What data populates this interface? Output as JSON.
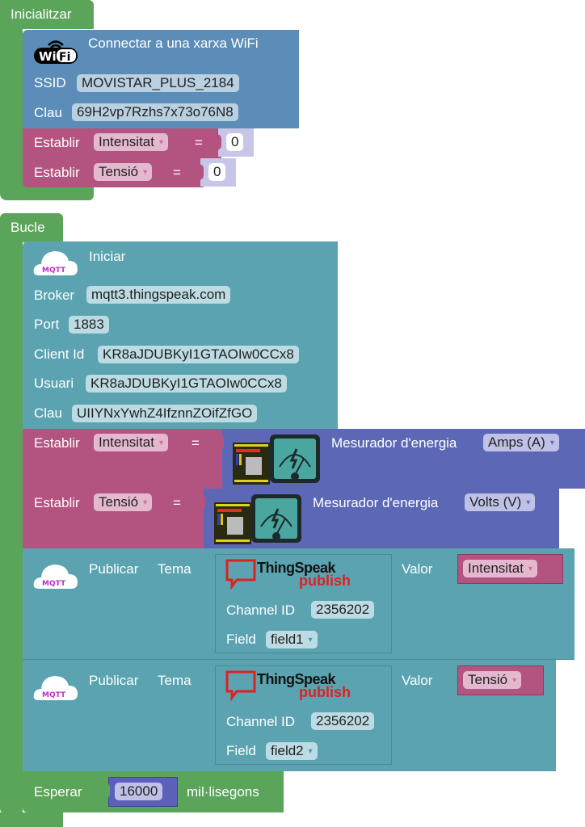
{
  "init_block": {
    "label": "Inicialitzar",
    "wifi": {
      "title": "Connectar a una xarxa WiFi",
      "icon": "wifi-icon",
      "ssid_label": "SSID",
      "ssid_value": "MOVISTAR_PLUS_2184",
      "key_label": "Clau",
      "key_value": "69H2vp7Rzhs7x73o76N8"
    },
    "set_blocks": [
      {
        "label": "Establir",
        "variable": "Intensitat",
        "equals": "=",
        "value": "0"
      },
      {
        "label": "Establir",
        "variable": "Tensió",
        "equals": "=",
        "value": "0"
      }
    ]
  },
  "loop_block": {
    "label": "Bucle",
    "mqtt_start": {
      "icon": "mqtt-cloud-icon",
      "icon_text": "MQTT",
      "title": "Iniciar",
      "broker_label": "Broker",
      "broker_value": "mqtt3.thingspeak.com",
      "port_label": "Port",
      "port_value": "1883",
      "client_label": "Client Id",
      "client_value": "KR8aJDUBKyI1GTAOIw0CCx8",
      "user_label": "Usuari",
      "user_value": "KR8aJDUBKyI1GTAOIw0CCx8",
      "key_label": "Clau",
      "key_value": "UIIYNxYwhZ4IfznnZOifZfGO"
    },
    "set_meters": [
      {
        "label": "Establir",
        "variable": "Intensitat",
        "equals": "=",
        "meter_label": "Mesurador d'energia",
        "unit": "Amps (A)"
      },
      {
        "label": "Establir",
        "variable": "Tensió",
        "equals": "=",
        "meter_label": "Mesurador d'energia",
        "unit": "Volts (V)"
      }
    ],
    "publish": [
      {
        "icon_text": "MQTT",
        "label": "Publicar",
        "topic_label": "Tema",
        "logo_main": "ThingSpeak",
        "logo_sub": "publish",
        "channel_label": "Channel ID",
        "channel_value": "2356202",
        "field_label": "Field",
        "field_value": "field1",
        "value_label": "Valor",
        "value_var": "Intensitat"
      },
      {
        "icon_text": "MQTT",
        "label": "Publicar",
        "topic_label": "Tema",
        "logo_main": "ThingSpeak",
        "logo_sub": "publish",
        "channel_label": "Channel ID",
        "channel_value": "2356202",
        "field_label": "Field",
        "field_value": "field2",
        "value_label": "Valor",
        "value_var": "Tensió"
      }
    ],
    "wait": {
      "label": "Esperar",
      "value": "16000",
      "unit": "mil·lisegons"
    }
  },
  "colors": {
    "control_green": "#5ba55b",
    "wifi_blue": "#5b8db8",
    "variable_pink": "#b3537f",
    "mqtt_teal": "#5ba3b0",
    "sensor_indigo": "#5c68b5",
    "thingspeak_red": "#e02020"
  }
}
